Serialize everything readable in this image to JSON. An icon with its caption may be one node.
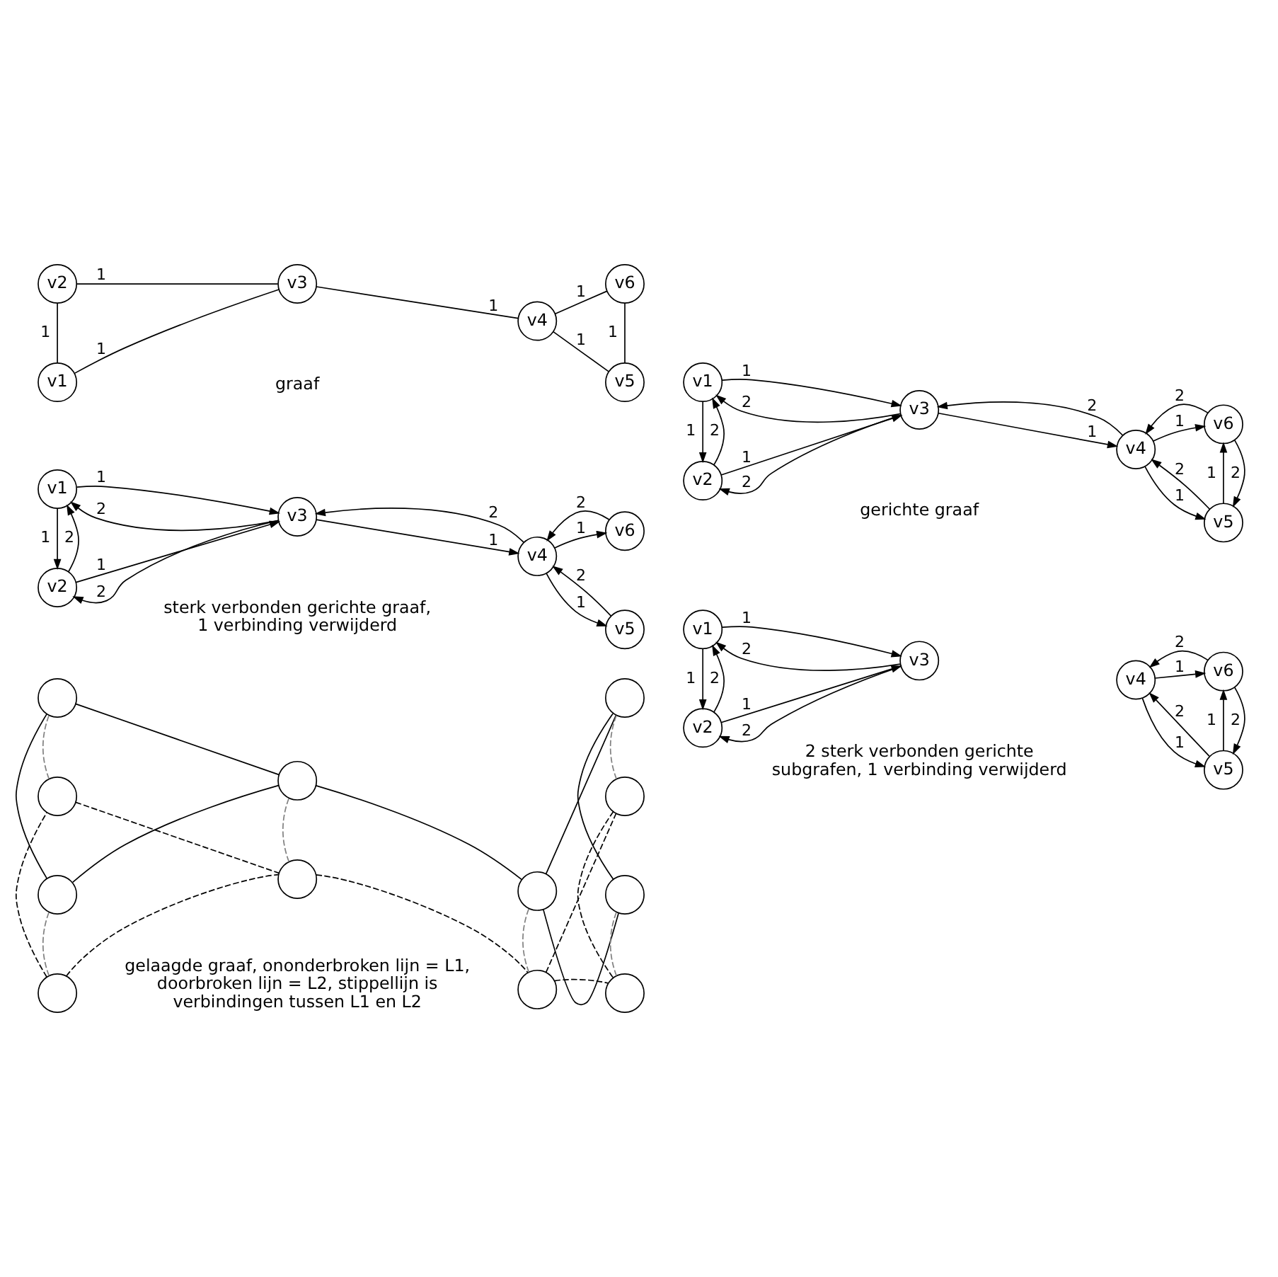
{
  "diagram": {
    "nodes": [
      {
        "text": [
          "v1"
        ]
      },
      {
        "text": [
          "v2"
        ]
      },
      {
        "text": [
          "v3"
        ]
      },
      {
        "text": [
          "v4"
        ]
      },
      {
        "text": [
          "v5"
        ]
      },
      {
        "text": [
          "v6"
        ]
      },
      {
        "text": [
          "v1"
        ]
      },
      {
        "text": [
          "v2"
        ]
      },
      {
        "text": [
          "v3"
        ]
      },
      {
        "text": [
          "v4"
        ]
      },
      {
        "text": [
          "v5"
        ]
      },
      {
        "text": [
          "v6"
        ]
      },
      {
        "text": [
          "v1"
        ]
      },
      {
        "text": [
          "v2"
        ]
      },
      {
        "text": [
          "v3"
        ]
      },
      {
        "text": [
          "v4"
        ]
      },
      {
        "text": [
          "v5"
        ]
      },
      {
        "text": [
          "v6"
        ]
      },
      {
        "text": [
          "v1"
        ]
      },
      {
        "text": [
          "v2"
        ]
      },
      {
        "text": [
          "v3"
        ]
      },
      {
        "text": [
          "v4"
        ]
      },
      {
        "text": [
          "v5"
        ]
      },
      {
        "text": [
          "v6"
        ]
      },
      {
        "text": [],
        "shape": "circle"
      },
      {
        "text": [],
        "shape": "circle"
      },
      {
        "text": [],
        "shape": "circle"
      },
      {
        "text": [],
        "shape": "circle"
      },
      {
        "text": [],
        "shape": "circle"
      },
      {
        "text": [],
        "shape": "circle"
      },
      {
        "text": [],
        "shape": "circle"
      },
      {
        "text": [],
        "shape": "circle"
      },
      {
        "text": [],
        "shape": "circle"
      },
      {
        "text": [],
        "shape": "circle"
      },
      {
        "text": [],
        "shape": "circle"
      },
      {
        "text": [],
        "shape": "circle"
      }
    ],
    "edges": [
      {
        "from": 0,
        "to": 1,
        "arrow": "none",
        "label": "1"
      },
      {
        "from": 0,
        "to": 2,
        "arrow": "none",
        "label": "1"
      },
      {
        "from": 1,
        "to": 2,
        "arrow": "none",
        "label": "1"
      },
      {
        "from": 2,
        "to": 3,
        "arrow": "none",
        "label": "1"
      },
      {
        "from": 3,
        "to": 4,
        "arrow": "none",
        "label": "1"
      },
      {
        "from": 3,
        "to": 5,
        "arrow": "none",
        "label": "1"
      },
      {
        "from": 4,
        "to": 5,
        "arrow": "none",
        "label": "1"
      },
      {
        "from": 6,
        "to": 7,
        "arrow": "to",
        "label": "1"
      },
      {
        "from": 7,
        "to": 6,
        "arrow": "to",
        "label": "2"
      },
      {
        "from": 6,
        "to": 8,
        "arrow": "to",
        "label": "1"
      },
      {
        "from": 8,
        "to": 6,
        "arrow": "to",
        "label": "2"
      },
      {
        "from": 7,
        "to": 8,
        "arrow": "to",
        "label": "1"
      },
      {
        "from": 8,
        "to": 7,
        "arrow": "to",
        "label": "2"
      },
      {
        "from": 8,
        "to": 9,
        "arrow": "to",
        "label": "1"
      },
      {
        "from": 9,
        "to": 8,
        "arrow": "to",
        "label": "2"
      },
      {
        "from": 9,
        "to": 10,
        "arrow": "to",
        "label": "1"
      },
      {
        "from": 10,
        "to": 9,
        "arrow": "to",
        "label": "2"
      },
      {
        "from": 9,
        "to": 11,
        "arrow": "to",
        "label": "1"
      },
      {
        "from": 11,
        "to": 9,
        "arrow": "to",
        "label": "2"
      },
      {
        "from": 10,
        "to": 11,
        "arrow": "to",
        "label": "1"
      },
      {
        "from": 11,
        "to": 10,
        "arrow": "to",
        "label": "2"
      },
      {
        "from": 12,
        "to": 13,
        "arrow": "to",
        "label": "1"
      },
      {
        "from": 13,
        "to": 12,
        "arrow": "to",
        "label": "2"
      },
      {
        "from": 12,
        "to": 14,
        "arrow": "to",
        "label": "1"
      },
      {
        "from": 14,
        "to": 12,
        "arrow": "to",
        "label": "2"
      },
      {
        "from": 13,
        "to": 14,
        "arrow": "to",
        "label": "1"
      },
      {
        "from": 14,
        "to": 13,
        "arrow": "to",
        "label": "2"
      },
      {
        "from": 14,
        "to": 15,
        "arrow": "to",
        "label": "1"
      },
      {
        "from": 15,
        "to": 14,
        "arrow": "to",
        "label": "2"
      },
      {
        "from": 15,
        "to": 16,
        "arrow": "to",
        "label": "1"
      },
      {
        "from": 16,
        "to": 15,
        "arrow": "to",
        "label": "2"
      },
      {
        "from": 15,
        "to": 17,
        "arrow": "to",
        "label": "1"
      },
      {
        "from": 17,
        "to": 15,
        "arrow": "to",
        "label": "2"
      },
      {
        "from": 18,
        "to": 19,
        "arrow": "to",
        "label": "1"
      },
      {
        "from": 19,
        "to": 18,
        "arrow": "to",
        "label": "2"
      },
      {
        "from": 18,
        "to": 20,
        "arrow": "to",
        "label": "1"
      },
      {
        "from": 20,
        "to": 18,
        "arrow": "to",
        "label": "2"
      },
      {
        "from": 19,
        "to": 20,
        "arrow": "to",
        "label": "1"
      },
      {
        "from": 20,
        "to": 19,
        "arrow": "to",
        "label": "2"
      },
      {
        "from": 21,
        "to": 22,
        "arrow": "to",
        "label": "1"
      },
      {
        "from": 22,
        "to": 21,
        "arrow": "to",
        "label": "2"
      },
      {
        "from": 21,
        "to": 23,
        "arrow": "to",
        "label": "1"
      },
      {
        "from": 23,
        "to": 21,
        "arrow": "to",
        "label": "2"
      },
      {
        "from": 22,
        "to": 23,
        "arrow": "to",
        "label": "1"
      },
      {
        "from": 23,
        "to": 22,
        "arrow": "to",
        "label": "2"
      },
      {
        "from": 26,
        "to": 34,
        "arrow": "none"
      },
      {
        "from": 26,
        "to": 31,
        "arrow": "none"
      },
      {
        "from": 34,
        "to": 31,
        "arrow": "none"
      },
      {
        "from": 31,
        "to": 32,
        "arrow": "none"
      },
      {
        "from": 32,
        "to": 29,
        "arrow": "none"
      },
      {
        "from": 32,
        "to": 35,
        "arrow": "none"
      },
      {
        "from": 29,
        "to": 35,
        "arrow": "none"
      },
      {
        "from": 24,
        "to": 27,
        "arrow": "none",
        "style": "dashed"
      },
      {
        "from": 24,
        "to": 30,
        "arrow": "none",
        "style": "dashed"
      },
      {
        "from": 30,
        "to": 27,
        "arrow": "none",
        "style": "dashed"
      },
      {
        "from": 27,
        "to": 28,
        "arrow": "none",
        "style": "dashed"
      },
      {
        "from": 28,
        "to": 25,
        "arrow": "none",
        "style": "dashed"
      },
      {
        "from": 28,
        "to": 33,
        "arrow": "none",
        "style": "dashed"
      },
      {
        "from": 25,
        "to": 33,
        "arrow": "none",
        "style": "dashed"
      },
      {
        "from": 24,
        "to": 26,
        "arrow": "none",
        "style": "dashed",
        "color": "#808080"
      },
      {
        "from": 30,
        "to": 34,
        "arrow": "none",
        "style": "dashed",
        "color": "#808080"
      },
      {
        "from": 27,
        "to": 31,
        "arrow": "none",
        "style": "dashed",
        "color": "#808080"
      },
      {
        "from": 28,
        "to": 32,
        "arrow": "none",
        "style": "dashed",
        "color": "#808080"
      },
      {
        "from": 25,
        "to": 29,
        "arrow": "none",
        "style": "dashed",
        "color": "#808080"
      },
      {
        "from": 33,
        "to": 35,
        "arrow": "none",
        "style": "dashed",
        "color": "#808080"
      }
    ],
    "labels": [
      "graaf",
      "gerichte graaf",
      "sterk verbonden gerichte graaf, 1 verbinding verwijderd",
      "2 sterk verbonden gerichte subgrafen, 1 verbinding verwijderd",
      "gelaagde graaf, ononderbroken lijn = L1, doorbroken lijn = L2, stippellijn is verbindingen tussen L1 en L2"
    ]
  }
}
